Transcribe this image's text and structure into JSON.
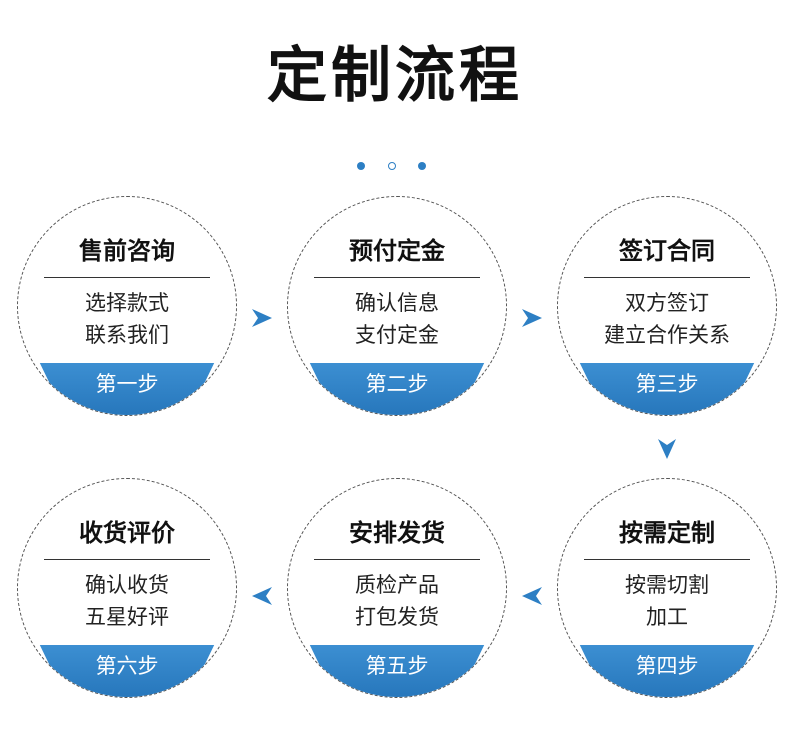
{
  "title": "定制流程",
  "accent_color": "#2d7fc4",
  "steps": [
    {
      "title": "售前咨询",
      "line1": "选择款式",
      "line2": "联系我们",
      "label": "第一步"
    },
    {
      "title": "预付定金",
      "line1": "确认信息",
      "line2": "支付定金",
      "label": "第二步"
    },
    {
      "title": "签订合同",
      "line1": "双方签订",
      "line2": "建立合作关系",
      "label": "第三步"
    },
    {
      "title": "按需定制",
      "line1": "按需切割",
      "line2": "加工",
      "label": "第四步"
    },
    {
      "title": "安排发货",
      "line1": "质检产品",
      "line2": "打包发货",
      "label": "第五步"
    },
    {
      "title": "收货评价",
      "line1": "确认收货",
      "line2": "五星好评",
      "label": "第六步"
    }
  ],
  "arrows": [
    "right",
    "right",
    "down",
    "left",
    "left"
  ]
}
